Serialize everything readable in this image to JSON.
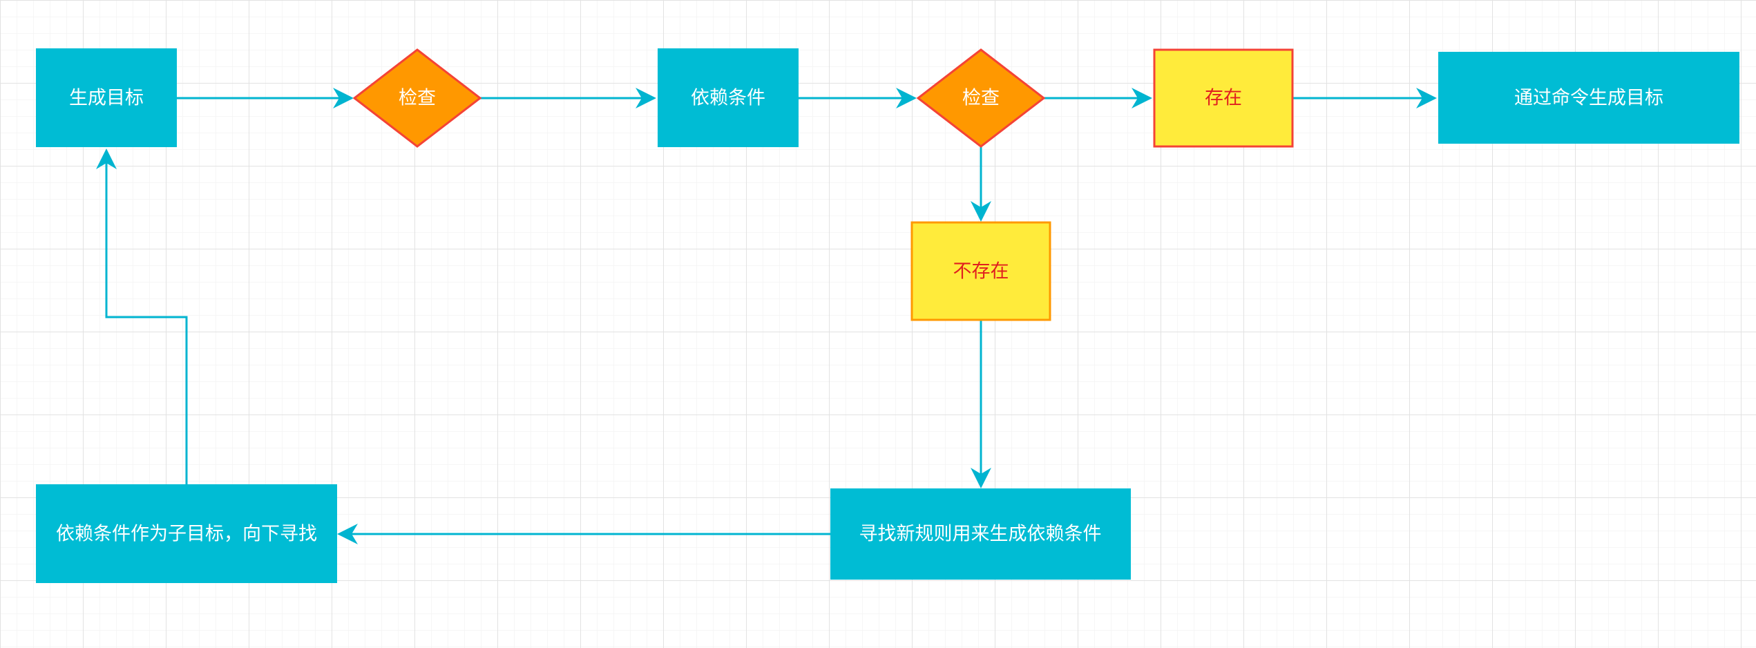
{
  "nodes": {
    "generate_target": "生成目标",
    "check_1": "检查",
    "dependency": "依赖条件",
    "check_2": "检查",
    "exists": "存在",
    "generate_by_command": "通过命令生成目标",
    "not_exists": "不存在",
    "find_new_rule": "寻找新规则用来生成依赖条件",
    "dependency_as_subgoal": "依赖条件作为子目标，向下寻找"
  },
  "colors": {
    "process_fill": "#00bcd4",
    "decision_fill": "#ff9800",
    "decision_stroke": "#f44336",
    "status_fill": "#ffeb3b",
    "status_stroke_exists": "#f44336",
    "status_stroke_not_exists": "#ff9800",
    "connector": "#00b4d0",
    "grid_major": "#e2e2e2",
    "grid_minor": "#f3f3f3",
    "light_text": "#ffffff",
    "dark_text": "#e01f1f"
  }
}
